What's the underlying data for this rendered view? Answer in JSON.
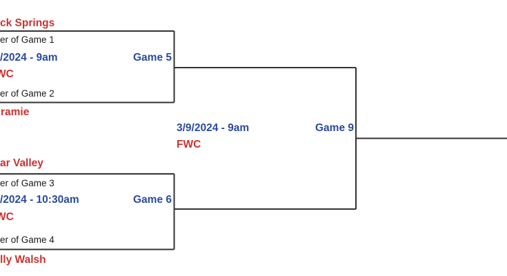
{
  "colors": {
    "team_name": "#cc3230",
    "game_info": "#2a4b9d",
    "bracket_line": "#333333",
    "slot_text": "#1a1a1a",
    "background": "#ffffff"
  },
  "bracket": {
    "game5": {
      "team_top": "ck Springs",
      "slot_top": "er of Game 1",
      "datetime": "/2024 - 9am",
      "label": "Game 5",
      "site": "WC",
      "slot_bottom": "er of Game 2",
      "team_bottom": "ramie"
    },
    "game9": {
      "datetime": "3/9/2024 - 9am",
      "label": "Game 9",
      "site": "FWC"
    },
    "game6": {
      "team_top": "ar Valley",
      "slot_top": "er of Game 3",
      "datetime": "/2024 - 10:30am",
      "label": "Game 6",
      "site": "WC",
      "slot_bottom": "er of Game 4",
      "team_bottom": "lly Walsh"
    }
  }
}
